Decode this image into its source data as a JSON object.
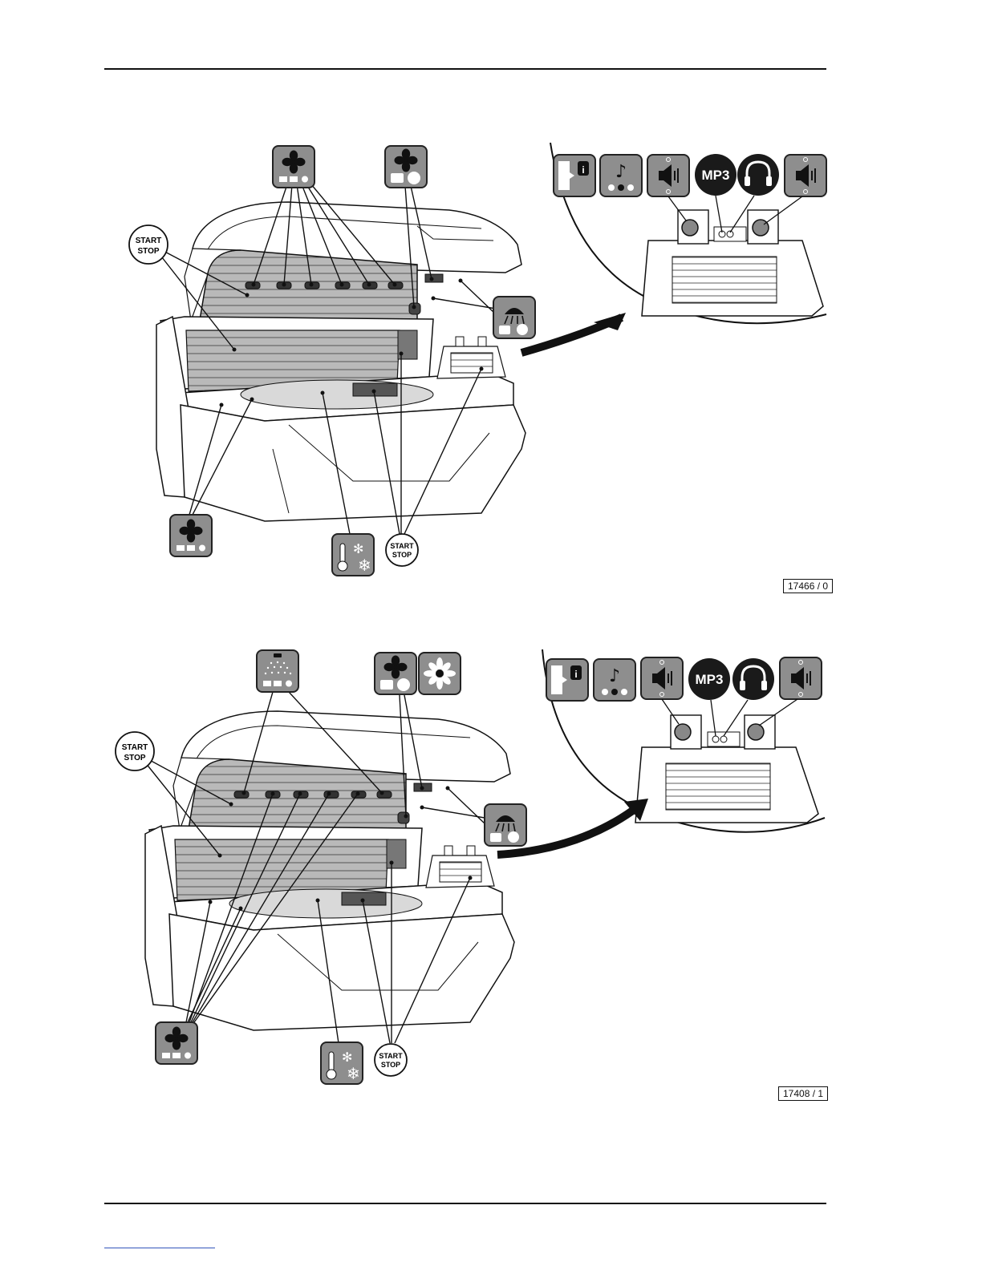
{
  "page": {
    "figures": [
      {
        "id": "fig-top",
        "ref": "17466 / 0"
      },
      {
        "id": "fig-bottom",
        "ref": "17408 / 1"
      }
    ]
  },
  "labels": {
    "start": "START",
    "stop": "STOP",
    "mp3": "MP3"
  },
  "icons": {
    "top": [
      "fan-icon",
      "fan-dual-icon",
      "start-stop-icon",
      "shower-dual-icon",
      "fan-icon",
      "thermo-cool-icon",
      "start-stop-icon",
      "info-voice-icon",
      "music-icon",
      "volume-icon",
      "mp3-icon",
      "headphones-icon",
      "volume-icon"
    ],
    "bottom": [
      "aqua-mist-icon",
      "fan-dual-icon",
      "aroma-flower-icon",
      "start-stop-icon",
      "shower-dual-icon",
      "fan-icon",
      "thermo-cool-icon",
      "start-stop-icon",
      "info-voice-icon",
      "music-icon",
      "volume-icon",
      "mp3-icon",
      "headphones-icon",
      "volume-icon"
    ]
  },
  "colors": {
    "tile": "#8e8e8e",
    "tile_stroke": "#222222",
    "line": "#111111",
    "mp3_bg": "#1a1a1a"
  }
}
